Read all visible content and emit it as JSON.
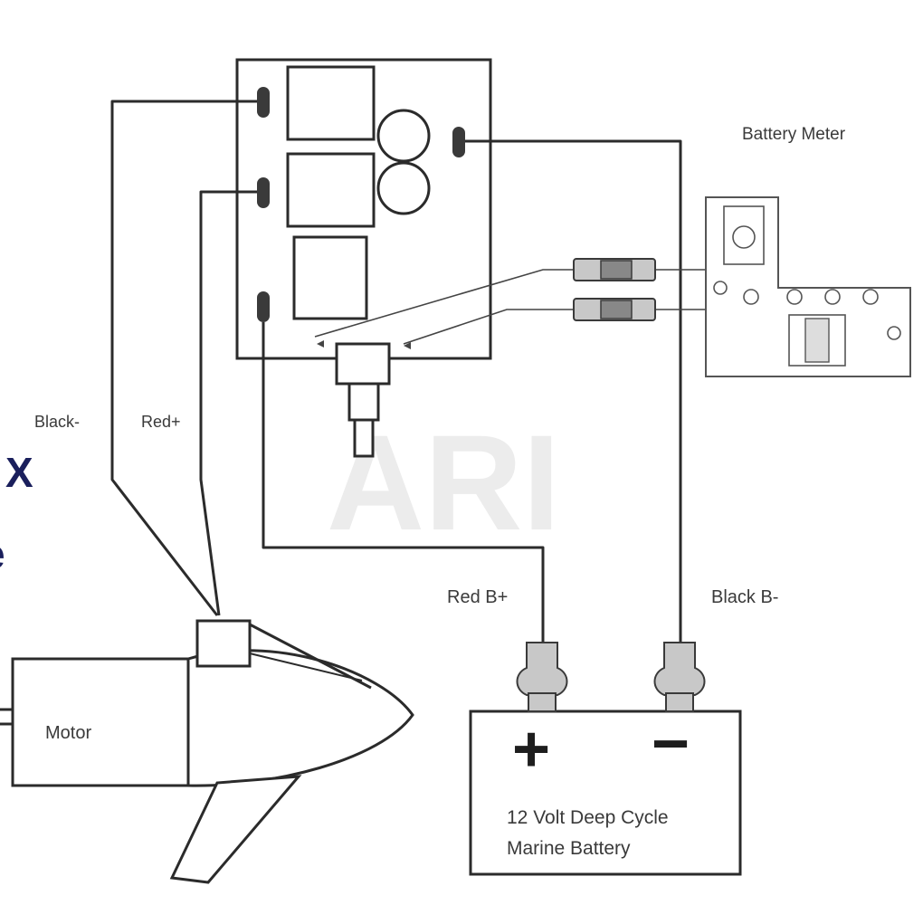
{
  "labels": {
    "battery_meter": "Battery Meter",
    "black_minus": "Black-",
    "red_plus": "Red+",
    "red_b_plus": "Red B+",
    "black_b_minus": "Black B-",
    "motor": "Motor",
    "battery_line1": "12 Volt Deep Cycle",
    "battery_line2": "Marine Battery",
    "plus_sign": "+",
    "minus_sign": "−",
    "watermark": "ARI",
    "edge_char_x": "X",
    "edge_char_e": "e"
  },
  "colors": {
    "line": "#2b2b2b",
    "text": "#3a3a3a",
    "edge_text": "#1a1f5c",
    "watermark": "#ececec"
  }
}
